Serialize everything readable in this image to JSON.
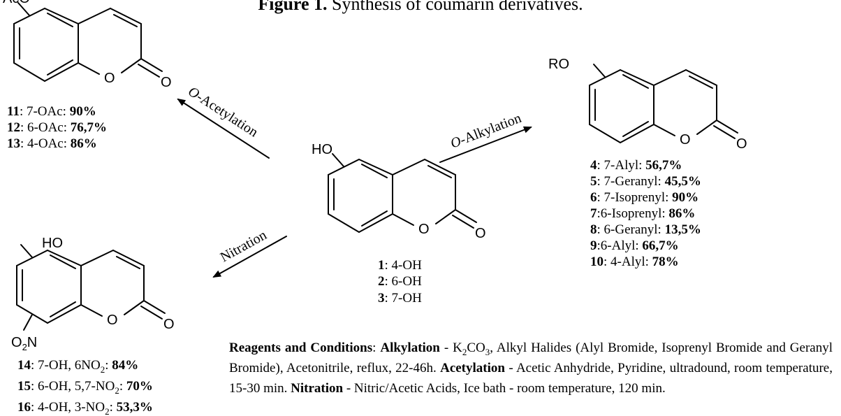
{
  "title": {
    "label": "Figure 1.",
    "text": "Synthesis of coumarin derivatives."
  },
  "starting_material": {
    "substituent": "HO",
    "ring_o": "O",
    "carbonyl_o": "O",
    "compounds": [
      {
        "id": "1",
        "desc": ": 4-OH"
      },
      {
        "id": "2",
        "desc": ": 6-OH"
      },
      {
        "id": "3",
        "desc": ": 7-OH"
      }
    ]
  },
  "acetyl_product": {
    "substituent": "AcO",
    "ring_o": "O",
    "carbonyl_o": "O",
    "compounds": [
      {
        "id": "11",
        "desc": ": 7-OAc: ",
        "yield": "90%"
      },
      {
        "id": "12",
        "desc": ": 6-OAc: ",
        "yield": "76,7%"
      },
      {
        "id": "13",
        "desc": ": 4-OAc: ",
        "yield": "86%"
      }
    ]
  },
  "alkyl_product": {
    "substituent": "RO",
    "ring_o": "O",
    "carbonyl_o": "O",
    "compounds": [
      {
        "id": "4",
        "desc": ": 7-Alyl: ",
        "yield": "56,7%"
      },
      {
        "id": "5",
        "desc": ": 7-Geranyl: ",
        "yield": "45,5%"
      },
      {
        "id": "6",
        "desc": ": 7-Isoprenyl: ",
        "yield": "90%"
      },
      {
        "id": "7",
        "desc": ":6-Isoprenyl: ",
        "yield": "86%"
      },
      {
        "id": "8",
        "desc": ": 6-Geranyl: ",
        "yield": "13,5%"
      },
      {
        "id": "9",
        "desc": ":6-Alyl: ",
        "yield": "66,7%"
      },
      {
        "id": "10",
        "desc": ": 4-Alyl: ",
        "yield": "78%"
      }
    ]
  },
  "nitro_product": {
    "substituent": "HO",
    "nitro_o": "O",
    "nitro_sub": "2",
    "nitro_n": "N",
    "ring_o": "O",
    "carbonyl_o": "O",
    "compounds": [
      {
        "id": "14",
        "desc": ": 7-OH, 6NO",
        "sub": "2",
        "tail": ": ",
        "yield": "84%"
      },
      {
        "id": "15",
        "desc": ": 6-OH, 5,7-NO",
        "sub": "2",
        "tail": ": ",
        "yield": "70%"
      },
      {
        "id": "16",
        "desc": ": 4-OH, 3-NO",
        "sub": "2",
        "tail": ": ",
        "yield": "53,3%"
      }
    ]
  },
  "arrows": {
    "acetylation": {
      "italic": "O",
      "rest": "-Acetylation"
    },
    "alkylation": {
      "italic": "O",
      "rest": "-Alkylation"
    },
    "nitration": {
      "text": "Nitration"
    }
  },
  "conditions": {
    "heading": "Reagents and Conditions",
    "sep": ": ",
    "alkylation": {
      "label": "Alkylation",
      "dash": " - K",
      "sub1": "2",
      "co": "CO",
      "sub2": "3",
      "text": ", Alkyl Halides (Alyl Bromide, Isoprenyl Bromide and Geranyl Bromide), Acetonitrile, reflux, 22-46h. "
    },
    "acetylation": {
      "label": "Acetylation",
      "text": " - Acetic Anhydride, Pyridine, ultradound, room temperature, 15-30 min. "
    },
    "nitration": {
      "label": "Nitration",
      "text": " - Nitric/Acetic Acids, Ice bath - room temperature, 120 min."
    }
  }
}
